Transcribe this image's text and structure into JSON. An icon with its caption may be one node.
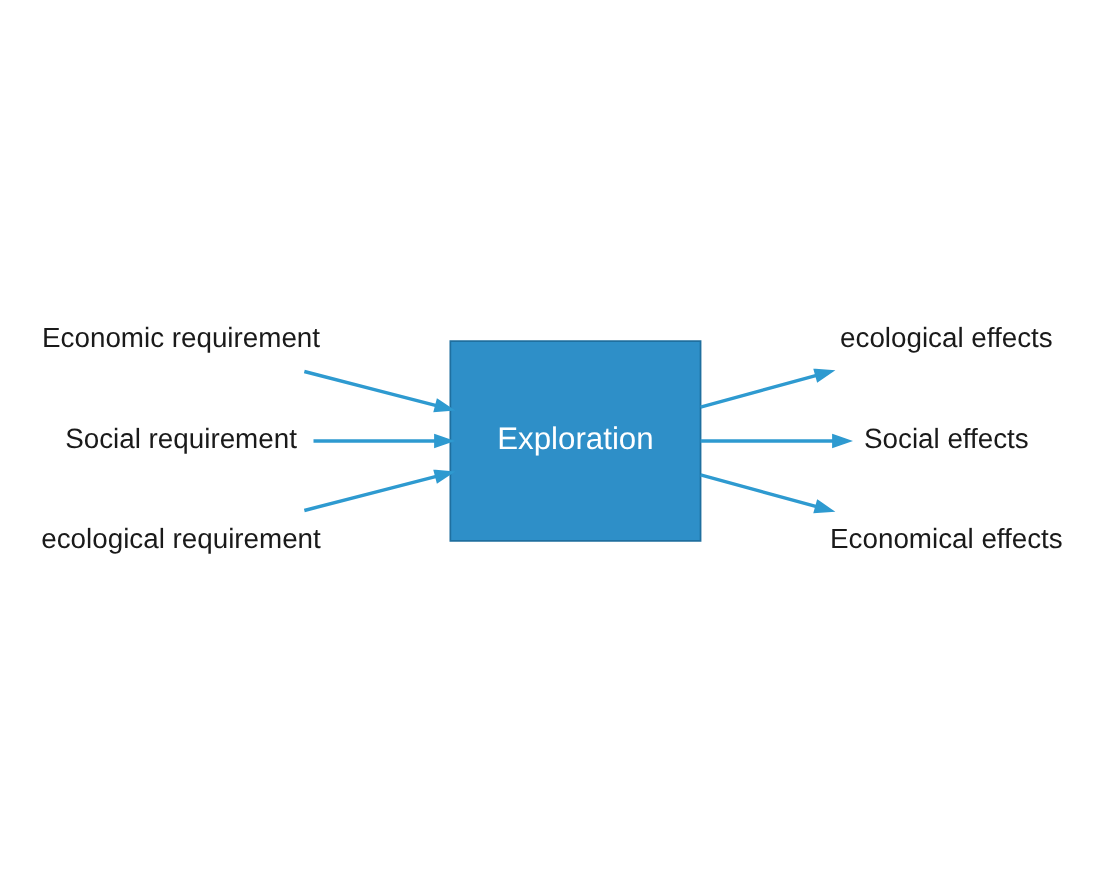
{
  "diagram": {
    "nodes": [
      {
        "text": [
          "Exploration"
        ]
      },
      {
        "text": [
          "Economic requirement"
        ]
      },
      {
        "text": [
          "Social requirement"
        ]
      },
      {
        "text": [
          "ecological requirement"
        ]
      },
      {
        "text": [
          "ecological effects"
        ]
      },
      {
        "text": [
          "Social effects"
        ]
      },
      {
        "text": [
          "Economical effects"
        ]
      }
    ],
    "edges": [
      {
        "from": 1,
        "to": 0,
        "arrow": "to"
      },
      {
        "from": 2,
        "to": 0,
        "arrow": "to"
      },
      {
        "from": 3,
        "to": 0,
        "arrow": "to"
      },
      {
        "from": 0,
        "to": 4,
        "arrow": "to"
      },
      {
        "from": 0,
        "to": 5,
        "arrow": "to"
      },
      {
        "from": 0,
        "to": 6,
        "arrow": "to"
      }
    ]
  }
}
